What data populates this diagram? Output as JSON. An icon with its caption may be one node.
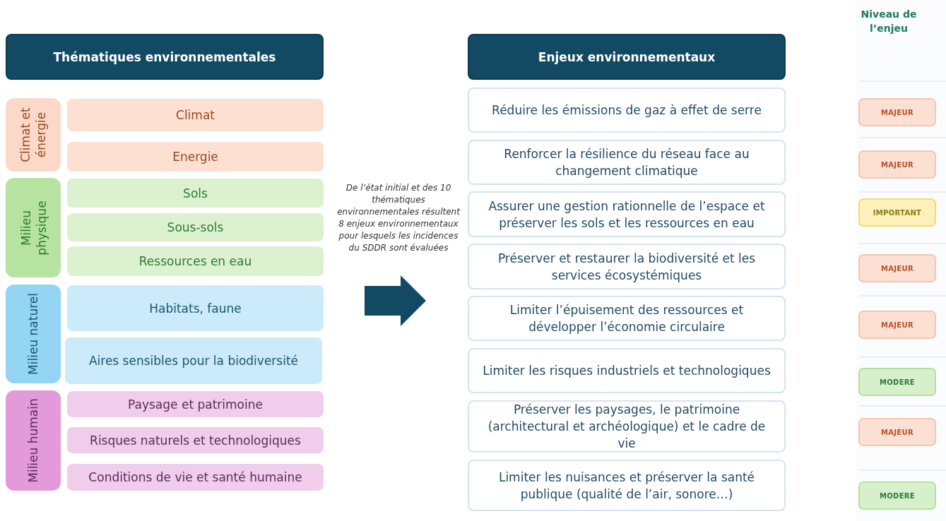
{
  "diagram": {
    "nodes": [
      {
        "text": [
          "Thématiques environnementales"
        ]
      },
      {
        "text": [
          "Climat et énergie"
        ]
      },
      {
        "text": [
          "Climat"
        ]
      },
      {
        "text": [
          "Energie"
        ]
      },
      {
        "text": [
          "Milieu physique"
        ]
      },
      {
        "text": [
          "Sols"
        ]
      },
      {
        "text": [
          "Sous-sols"
        ]
      },
      {
        "text": [
          "Ressources en eau"
        ]
      },
      {
        "text": [
          "Milieu naturel"
        ]
      },
      {
        "text": [
          "Habitats, faune"
        ]
      },
      {
        "text": [
          "Aires sensibles pour la biodiversité"
        ]
      },
      {
        "text": [
          "Milieu humain"
        ]
      },
      {
        "text": [
          "Paysage et patrimoine"
        ]
      },
      {
        "text": [
          "Risques naturels et technologiques"
        ]
      },
      {
        "text": [
          "Conditions de vie et santé humaine"
        ]
      },
      {
        "text": [
          "Enjeux environnementaux"
        ]
      },
      {
        "text": [
          "Réduire les émissions de gaz à effet de serre"
        ]
      },
      {
        "text": [
          "Renforcer la résilience du réseau face au changement climatique"
        ]
      },
      {
        "text": [
          "Assurer une gestion rationnelle de l’espace et préserver les sols et les ressources en eau"
        ]
      },
      {
        "text": [
          "Préserver et restaurer la biodiversité et les services écosystémiques"
        ]
      },
      {
        "text": [
          "Limiter l’épuisement des ressources et développer l’économie circulaire"
        ]
      },
      {
        "text": [
          "Limiter les risques industriels et technologiques"
        ]
      },
      {
        "text": [
          "Préserver les paysages, le patrimoine (architectural et archéologique) et le cadre de vie"
        ]
      },
      {
        "text": [
          "Limiter les nuisances et préserver la santé publique (qualité de l’air, sonore…)"
        ]
      },
      {
        "text": [
          "MAJEUR"
        ]
      },
      {
        "text": [
          "MAJEUR"
        ]
      },
      {
        "text": [
          "IMPORTANT"
        ]
      },
      {
        "text": [
          "MAJEUR"
        ]
      },
      {
        "text": [
          "MAJEUR"
        ]
      },
      {
        "text": [
          "MODERE"
        ]
      },
      {
        "text": [
          "MAJEUR"
        ]
      },
      {
        "text": [
          "MODERE"
        ]
      }
    ],
    "labels": [
      "De l’état initial et des 10 thématiques environnementales résultent 8 enjeux environnementaux pour lesquels les incidences du SDDR sont évaluées",
      "Niveau de l’enjeu"
    ]
  }
}
